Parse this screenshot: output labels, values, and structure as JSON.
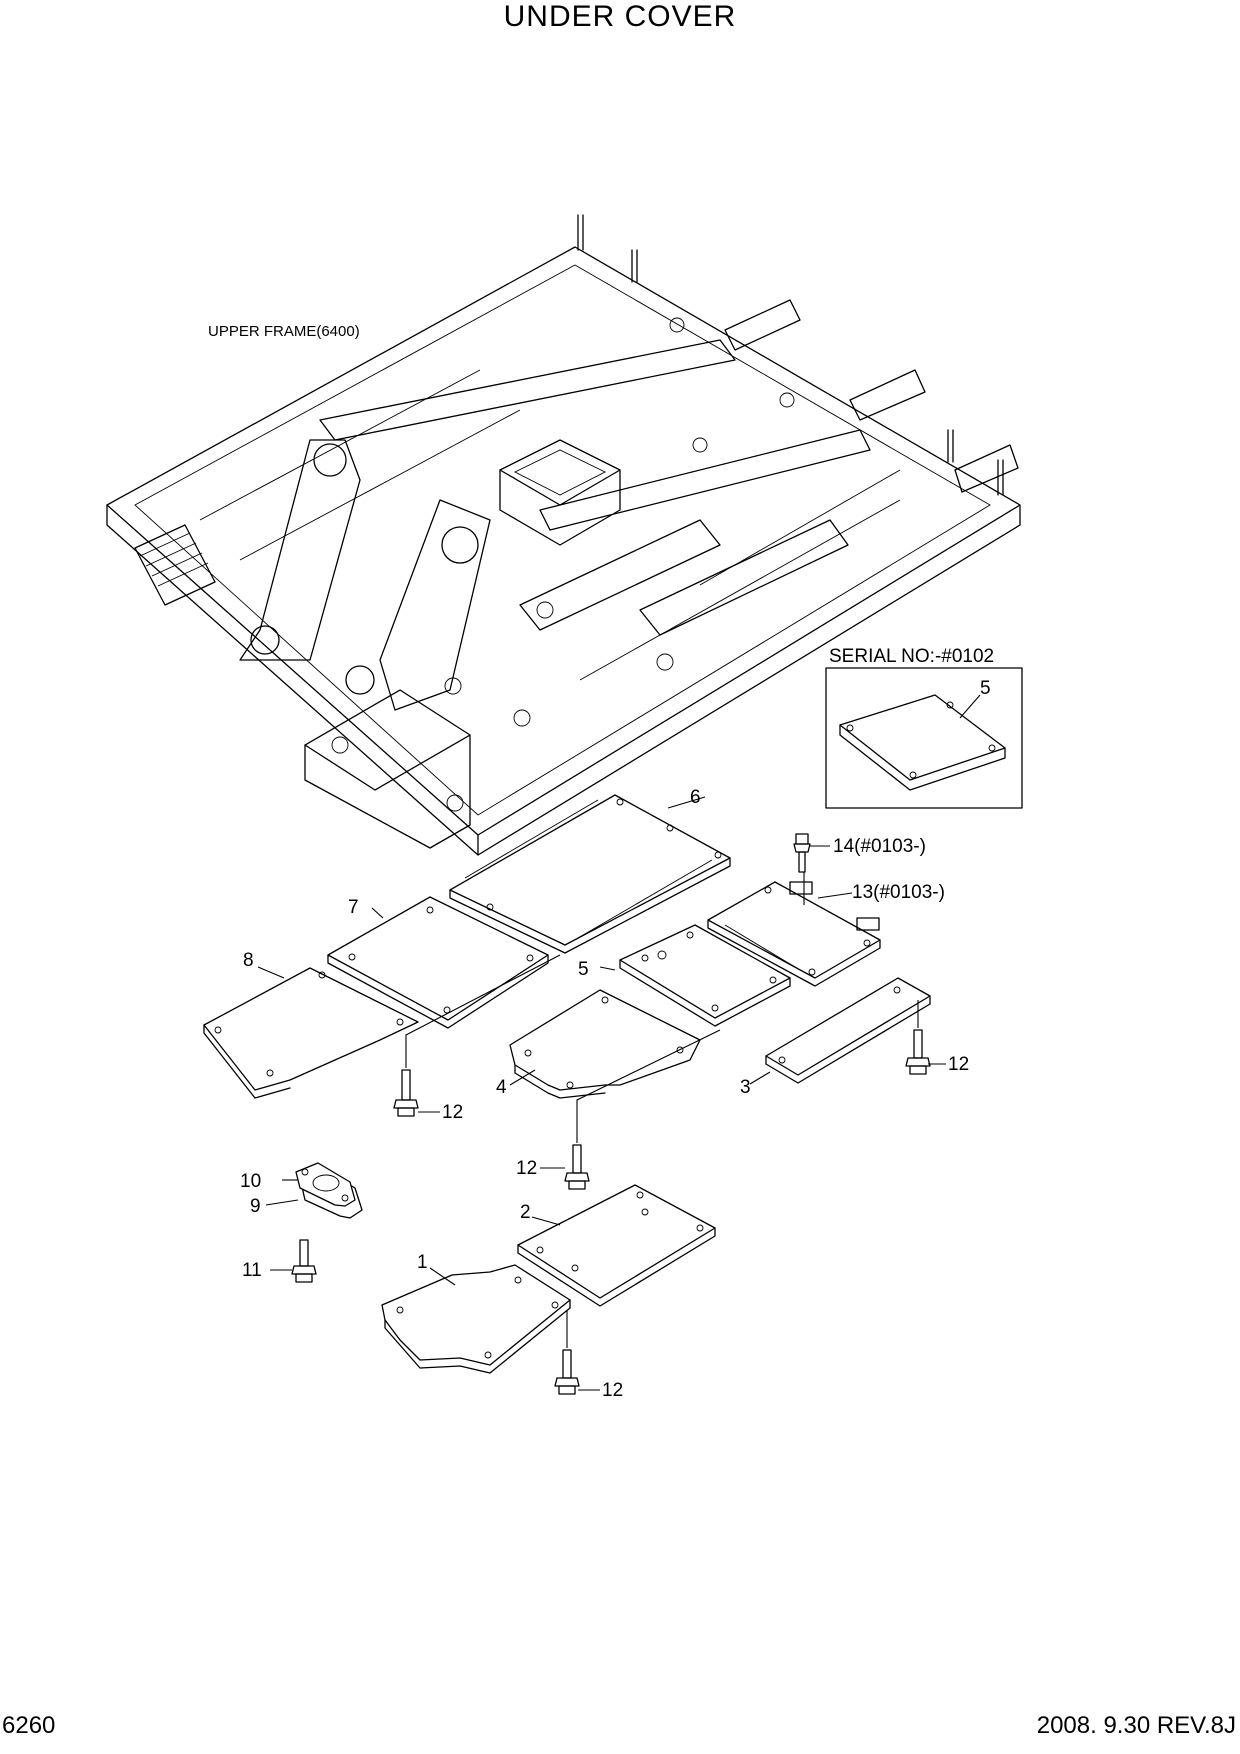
{
  "title": "UNDER COVER",
  "page_number": "6260",
  "revision": "2008. 9.30  REV.8J",
  "frame_label": "UPPER FRAME(6400)",
  "serial_box": {
    "label": "SERIAL NO:-#0102",
    "part": "5"
  },
  "callouts": {
    "p1": "1",
    "p2": "2",
    "p3": "3",
    "p4": "4",
    "p5": "5",
    "p6": "6",
    "p7": "7",
    "p8": "8",
    "p9": "9",
    "p10": "10",
    "p11": "11",
    "p12a": "12",
    "p12b": "12",
    "p12c": "12",
    "p12d": "12",
    "p13": "13(#0103-)",
    "p14": "14(#0103-)"
  }
}
